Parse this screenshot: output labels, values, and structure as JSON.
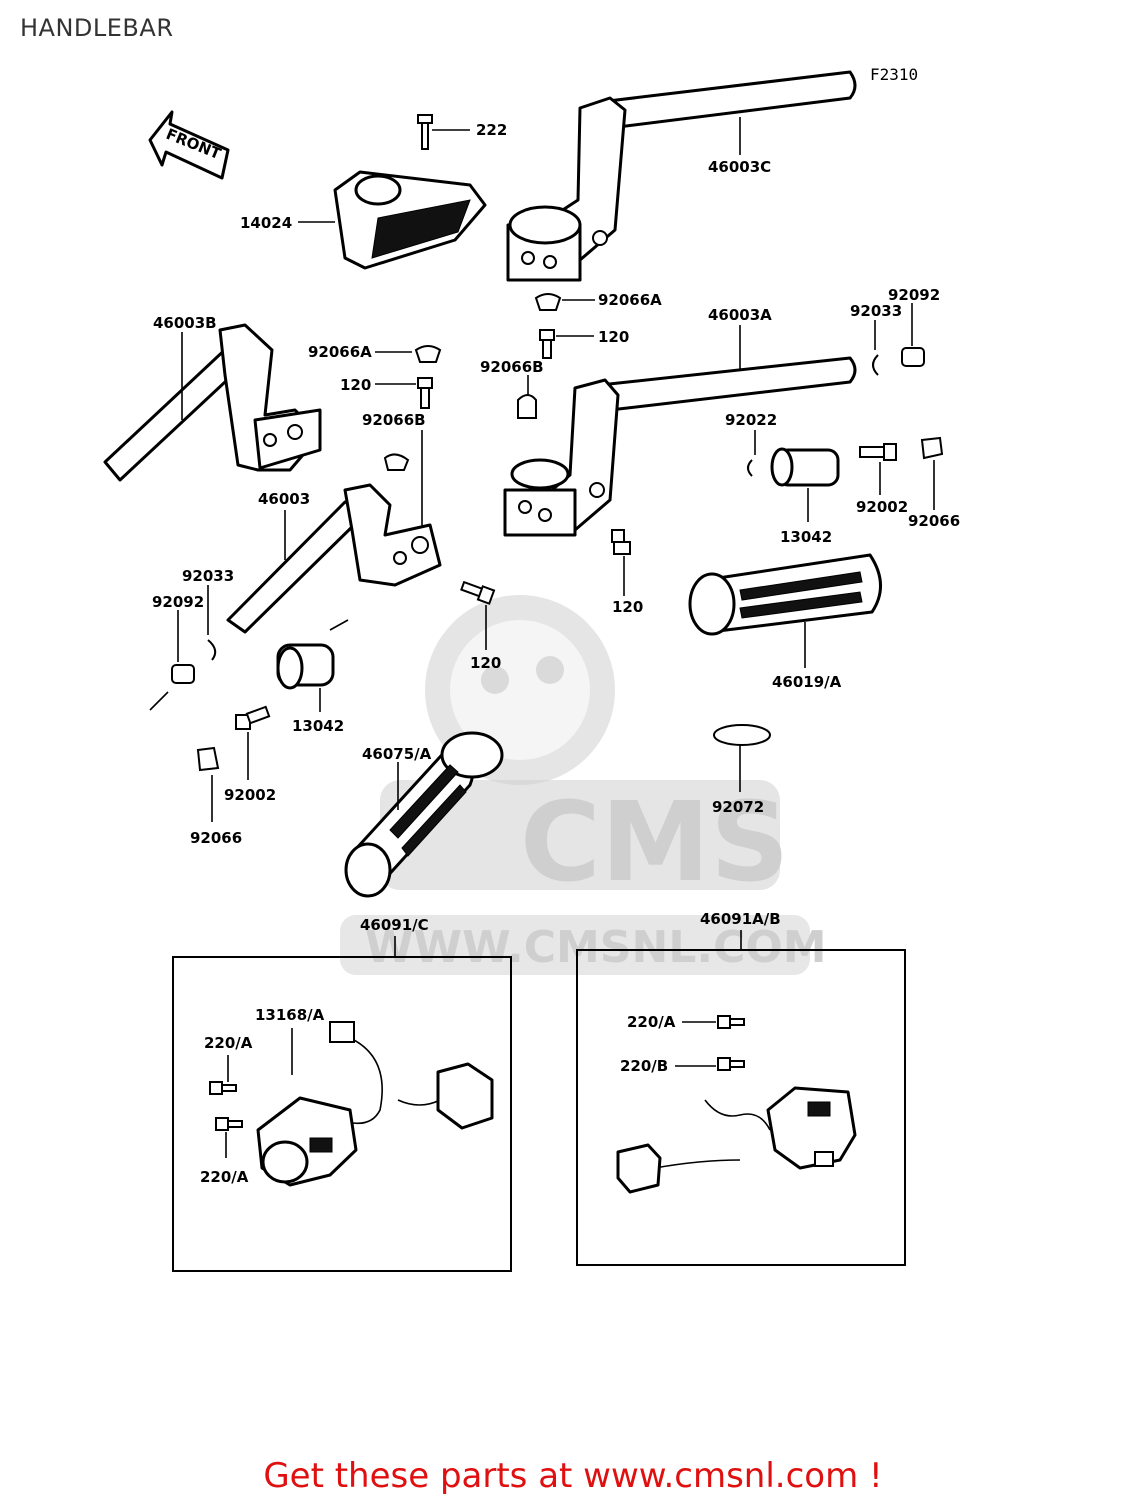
{
  "page": {
    "title": "HANDLEBAR",
    "diagram_code": "F2310"
  },
  "direction_marker": "FRONT",
  "watermark": {
    "logo": "CMS",
    "url": "WWW.CMSNL.COM"
  },
  "labels": {
    "p222": "222",
    "p46003C": "46003C",
    "p14024": "14024",
    "p92066A_top": "92066A",
    "p120_top": "120",
    "p46003A": "46003A",
    "p92033_r": "92033",
    "p92092_r": "92092",
    "p46003B": "46003B",
    "p92066A_mid": "92066A",
    "p120_mid": "120",
    "p92066B_l": "92066B",
    "p92066B_r": "92066B",
    "p92022": "92022",
    "p46003": "46003",
    "p92002_r": "92002",
    "p92066_r": "92066",
    "p13042_r": "13042",
    "p92033_l": "92033",
    "p92092_l": "92092",
    "p120_low": "120",
    "p120_grip": "120",
    "p46019A": "46019/A",
    "p13042_l": "13042",
    "p92002_l": "92002",
    "p92066_l": "92066",
    "p46075A": "46075/A",
    "p92072": "92072",
    "p46091C": "46091/C",
    "p46091AB": "46091A/B",
    "p13168A": "13168/A",
    "p220A_1": "220/A",
    "p220A_2": "220/A",
    "p220A_r": "220/A",
    "p220B_r": "220/B"
  },
  "footer": "Get these parts at www.cmsnl.com !"
}
